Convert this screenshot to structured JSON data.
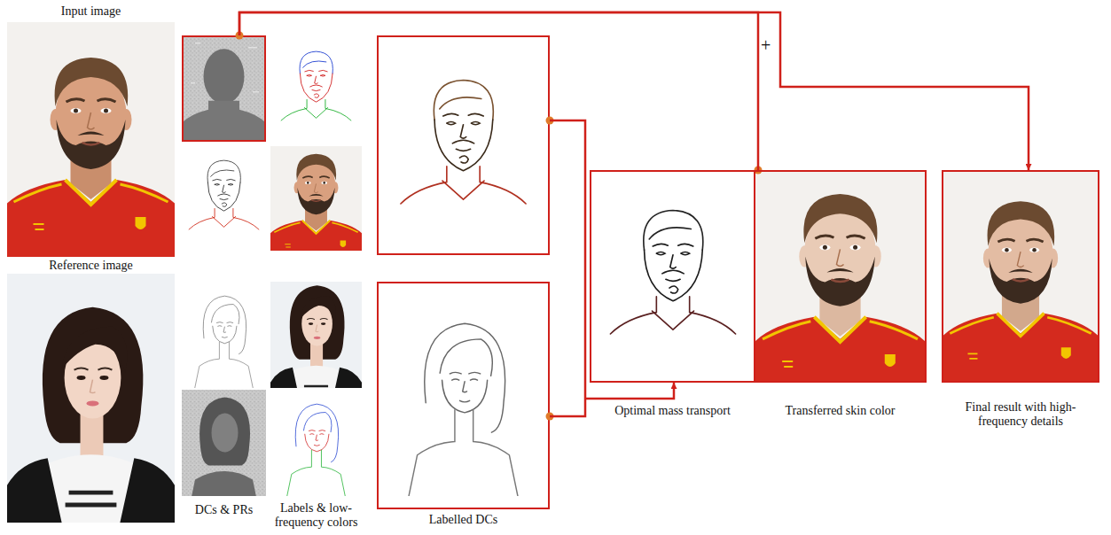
{
  "diagram": {
    "nodes": [
      {
        "text": [
          "Input image"
        ]
      },
      {
        "text": [
          "Reference image"
        ]
      },
      {
        "text": [
          "DCs & PRs"
        ]
      },
      {
        "text": [
          "Labels & low-frequency colors"
        ]
      },
      {
        "text": [
          "Labelled DCs"
        ]
      },
      {
        "text": [
          "Optimal mass transport"
        ]
      },
      {
        "text": [
          "Transferred skin color"
        ]
      },
      {
        "text": [
          "Final result with high-frequency details"
        ]
      }
    ],
    "edges": [
      {
        "from": 2,
        "to": 6,
        "arrow": "none"
      },
      {
        "from": 2,
        "to": 7,
        "arrow": "to"
      },
      {
        "from": 4,
        "to": 5,
        "arrow": "to"
      }
    ],
    "labels": [
      "+"
    ]
  }
}
